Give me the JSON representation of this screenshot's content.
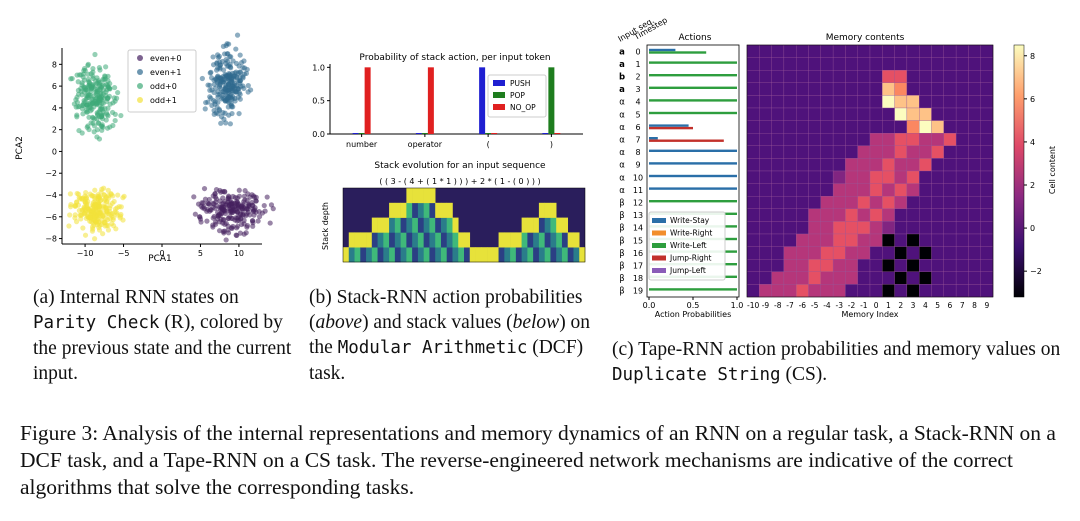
{
  "panel_a": {
    "caption": {
      "label": "(a) Internal RNN states on",
      "mono": "Parity Check",
      "rest": " (R), colored by the previous state and the current input."
    },
    "chart_data": {
      "type": "scatter",
      "xlabel": "PCA1",
      "ylabel": "PCA2",
      "xlim": [
        -13,
        13
      ],
      "ylim": [
        -8.5,
        9.5
      ],
      "xticks": [
        "−10",
        "−5",
        "0",
        "5",
        "10"
      ],
      "yticks": [
        "8",
        "6",
        "4",
        "2",
        "0",
        "−2",
        "−4",
        "−6",
        "−8"
      ],
      "legend_position": "top-center",
      "series": [
        {
          "name": "even+0",
          "color": "#45205f",
          "center": [
            9,
            -5.5
          ]
        },
        {
          "name": "even+1",
          "color": "#2f6a8e",
          "center": [
            8.5,
            6.2
          ]
        },
        {
          "name": "odd+0",
          "color": "#3eaa78",
          "center": [
            -8.7,
            4.8
          ]
        },
        {
          "name": "odd+1",
          "color": "#f2e13a",
          "center": [
            -8.5,
            -5.3
          ]
        }
      ]
    }
  },
  "panel_b": {
    "caption": {
      "label": "(b) Stack-RNN action probabilities (",
      "em1": "above",
      "mid": ") and stack values (",
      "em2": "below",
      "mid2": ") on the ",
      "mono": "Modular Arithmetic",
      "rest": " (DCF) task."
    },
    "chart_data": [
      {
        "type": "bar",
        "title": "Probability of stack action, per input token",
        "categories": [
          "number",
          "operator",
          "(",
          ")"
        ],
        "yticks": [
          "0.0",
          "0.5",
          "1.0"
        ],
        "ylim": [
          0,
          1.05
        ],
        "legend_position": "right",
        "series": [
          {
            "name": "PUSH",
            "color": "#1f1fd1",
            "values": [
              0.0,
              0.0,
              1.0,
              0.0
            ]
          },
          {
            "name": "POP",
            "color": "#1e7d1e",
            "values": [
              0.0,
              0.0,
              0.0,
              1.0
            ]
          },
          {
            "name": "NO_OP",
            "color": "#e02020",
            "values": [
              1.0,
              1.0,
              0.0,
              0.0
            ]
          }
        ]
      },
      {
        "type": "heatmap",
        "title": "Stack evolution for an input sequence",
        "sequence": "( ( 3 - ( 4 + ( 1 * 1 ) ) ) + 2 * ( 1 - ( 0 ) ) )",
        "ylabel": "Stack depth"
      }
    ]
  },
  "panel_c": {
    "caption": {
      "label": "(c) Tape-RNN action probabilities and memory values on ",
      "mono": "Duplicate String",
      "rest": " (CS)."
    },
    "header": {
      "input": "Input seq.",
      "timestep": "Timestep"
    },
    "actions_title": "Actions",
    "memory_title": "Memory contents",
    "x_label_actions": "Action Probabilities",
    "x_label_memory": "Memory Index",
    "colorbar_label": "Cell content",
    "colorbar_ticks": [
      "8",
      "6",
      "4",
      "2",
      "0",
      "−2"
    ],
    "actions_xticks": [
      "0.0",
      "0.5",
      "1.0"
    ],
    "memory_xticks": [
      "-10",
      "-9",
      "-8",
      "-7",
      "-6",
      "-5",
      "-4",
      "-3",
      "-2",
      "-1",
      "0",
      "1",
      "2",
      "3",
      "4",
      "5",
      "6",
      "7",
      "8",
      "9"
    ],
    "rows": [
      {
        "sym": "a",
        "t": "0"
      },
      {
        "sym": "a",
        "t": "1"
      },
      {
        "sym": "b",
        "t": "2"
      },
      {
        "sym": "a",
        "t": "3"
      },
      {
        "sym": "α",
        "t": "4"
      },
      {
        "sym": "α",
        "t": "5"
      },
      {
        "sym": "α",
        "t": "6"
      },
      {
        "sym": "α",
        "t": "7"
      },
      {
        "sym": "α",
        "t": "8"
      },
      {
        "sym": "α",
        "t": "9"
      },
      {
        "sym": "α",
        "t": "10"
      },
      {
        "sym": "α",
        "t": "11"
      },
      {
        "sym": "β",
        "t": "12"
      },
      {
        "sym": "β",
        "t": "13"
      },
      {
        "sym": "β",
        "t": "14"
      },
      {
        "sym": "β",
        "t": "15"
      },
      {
        "sym": "β",
        "t": "16"
      },
      {
        "sym": "β",
        "t": "17"
      },
      {
        "sym": "β",
        "t": "18"
      },
      {
        "sym": "β",
        "t": "19"
      }
    ],
    "legend": [
      {
        "name": "Write-Stay",
        "color": "#2a6fa8"
      },
      {
        "name": "Write-Right",
        "color": "#f28e2b"
      },
      {
        "name": "Write-Left",
        "color": "#2e9e3e"
      },
      {
        "name": "Jump-Right",
        "color": "#c2312b"
      },
      {
        "name": "Jump-Left",
        "color": "#8a5cb8"
      }
    ]
  },
  "figure_caption": "Figure 3: Analysis of the internal representations and memory dynamics of an RNN on a regular task, a Stack-RNN on a DCF task, and a Tape-RNN on a CS task. The reverse-engineered network mechanisms are indicative of the correct algorithms that solve the corresponding tasks."
}
